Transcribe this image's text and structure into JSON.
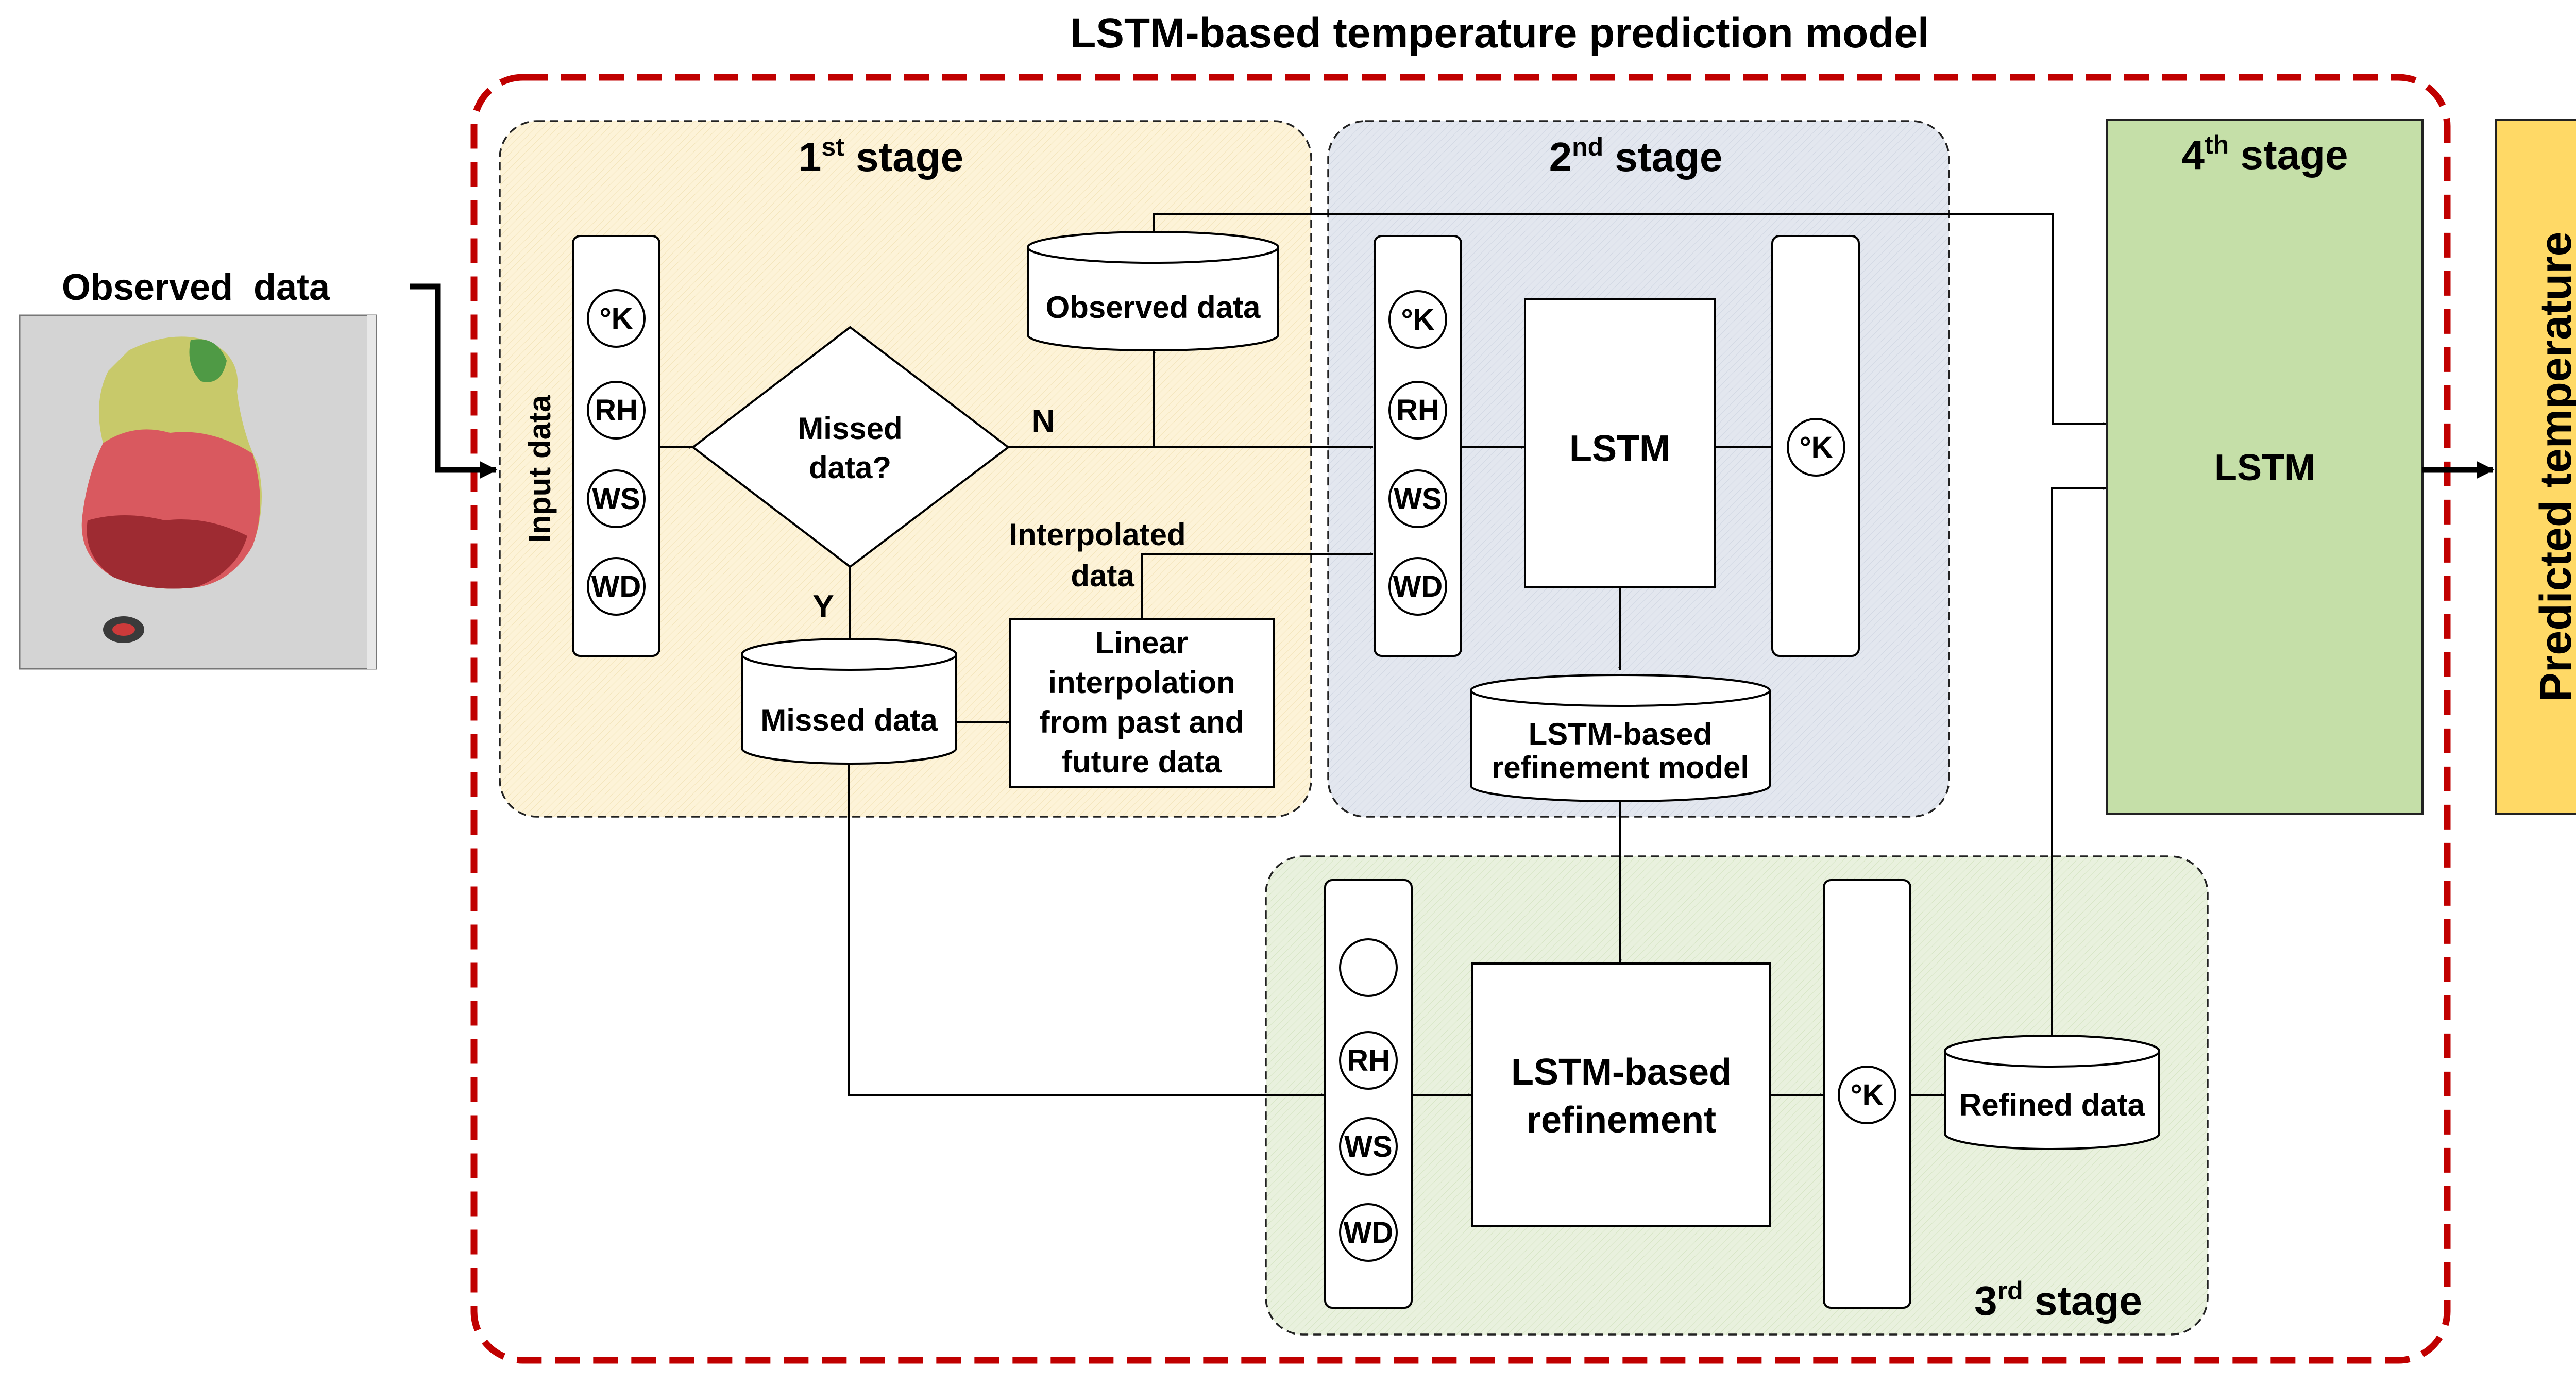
{
  "title": "LSTM-based temperature prediction model",
  "observed_input": {
    "label": "Observed  data"
  },
  "stage1": {
    "title_main": "1",
    "title_sup": "st",
    "title_rest": " stage",
    "input_label": "Input data",
    "variables": [
      "°K",
      "RH",
      "WS",
      "WD"
    ],
    "decision": [
      "Missed",
      "data?"
    ],
    "branch_no": "N",
    "branch_yes": "Y",
    "observed_db": "Observed data",
    "missed_db": "Missed data",
    "interpolated_label": [
      "Interpolated",
      "data"
    ],
    "interp_box": [
      "Linear",
      "interpolation",
      "from past and",
      "future data"
    ]
  },
  "stage2": {
    "title_main": "2",
    "title_sup": "nd",
    "title_rest": " stage",
    "variables": [
      "°K",
      "RH",
      "WS",
      "WD"
    ],
    "lstm": "LSTM",
    "output": "°K",
    "model_db": [
      "LSTM-based",
      "refinement model"
    ]
  },
  "stage3": {
    "title_main": "3",
    "title_sup": "rd",
    "title_rest": " stage",
    "variables": [
      "",
      "RH",
      "WS",
      "WD"
    ],
    "refine_box": [
      "LSTM-based",
      "refinement"
    ],
    "output": "°K",
    "refined_db": "Refined data"
  },
  "stage4": {
    "title_main": "4",
    "title_sup": "th",
    "title_rest": " stage",
    "lstm": "LSTM"
  },
  "output": {
    "label": "Predicted temperature"
  },
  "colors": {
    "stage1_fill": "#fdf3d8",
    "stage2_fill": "#e3e7ef",
    "stage3_fill": "#e8f0dc",
    "stage4_fill": "#c5dfa8",
    "output_fill": "#ffd966",
    "frame": "#c00000"
  }
}
